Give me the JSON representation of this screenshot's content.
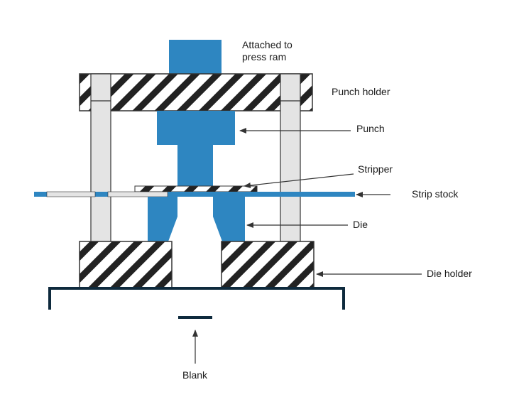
{
  "colors": {
    "blue": "#2e86c1",
    "dark": "#0e2a3d",
    "gray": "#e4e4e4",
    "stroke": "#333333",
    "hatch": "#222222",
    "arrow": "#333333"
  },
  "labels": {
    "attached_line1": "Attached to",
    "attached_line2": "press ram",
    "punch_holder": "Punch holder",
    "punch": "Punch",
    "stripper": "Stripper",
    "strip_stock": "Strip stock",
    "die": "Die",
    "die_holder": "Die holder",
    "blank": "Blank"
  }
}
